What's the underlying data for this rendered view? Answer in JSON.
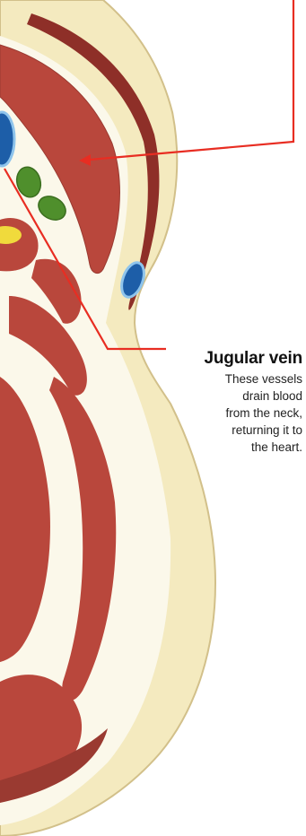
{
  "annotation": {
    "title": "Jugular vein",
    "description_lines": [
      "These vessels",
      "drain blood",
      "from the neck,",
      "returning it to",
      "the heart."
    ]
  },
  "colors": {
    "skin": "#f4eabf",
    "skin_outline": "#d2c08a",
    "muscle": "#b9473c",
    "muscle_dark": "#8e2f28",
    "fascia": "#fbf8ea",
    "vein_blue": "#1d5ea8",
    "vein_light": "#8ec4ec",
    "nerve_green": "#4f8f2c",
    "fat_yellow": "#f0da3c",
    "pointer_red": "#e82d22"
  },
  "icons": [
    "arrow-head-icon"
  ]
}
